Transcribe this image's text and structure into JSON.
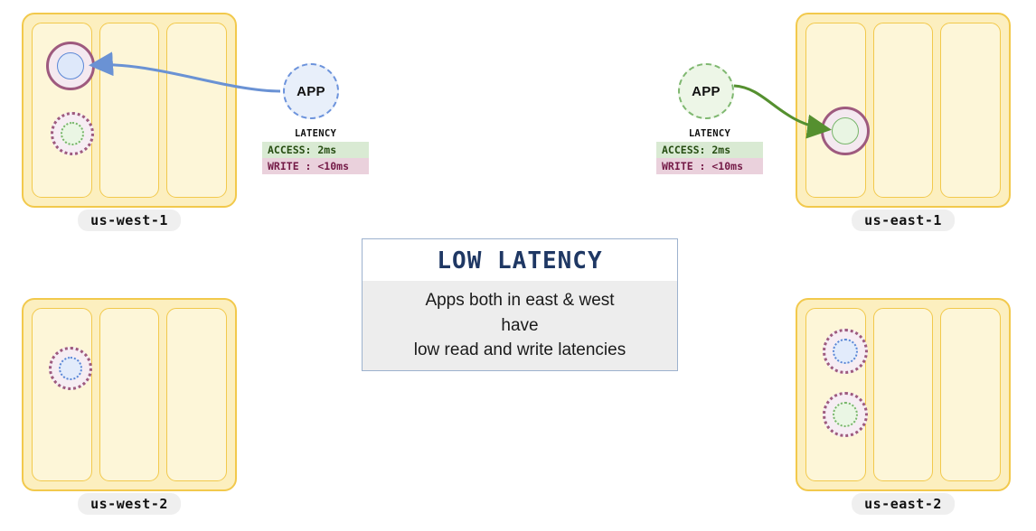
{
  "regions": [
    {
      "id": "us-west-1",
      "label": "us-west-1",
      "nodes": [
        {
          "style": "solid",
          "core": "blue",
          "name": "node-solid-blue"
        },
        {
          "style": "dotted",
          "core": "green",
          "name": "node-dotted-green"
        }
      ]
    },
    {
      "id": "us-east-1",
      "label": "us-east-1",
      "nodes": [
        {
          "style": "solid",
          "core": "green",
          "name": "node-solid-green"
        }
      ]
    },
    {
      "id": "us-west-2",
      "label": "us-west-2",
      "nodes": [
        {
          "style": "dotted",
          "core": "blue",
          "name": "node-dotted-blue"
        }
      ]
    },
    {
      "id": "us-east-2",
      "label": "us-east-2",
      "nodes": [
        {
          "style": "dotted",
          "core": "blue",
          "name": "node-dotted-blue"
        },
        {
          "style": "dotted",
          "core": "green",
          "name": "node-dotted-green"
        }
      ]
    }
  ],
  "apps": {
    "west": {
      "label": "APP"
    },
    "east": {
      "label": "APP"
    }
  },
  "latency": {
    "title": "LATENCY",
    "access_label": "ACCESS:",
    "access_value": "2ms",
    "write_label": "WRITE :",
    "write_value": "<10ms",
    "access_line": "ACCESS: 2ms",
    "write_line": "WRITE : <10ms"
  },
  "infobox": {
    "title": "LOW LATENCY",
    "line1": "Apps both in east & west",
    "line2": "have",
    "line3": "low read and write latencies"
  },
  "colors": {
    "region_border": "#F2C94C",
    "region_fill": "#FCEFBF",
    "az_fill": "#FDF6D8",
    "node_ring": "#9E5A7E",
    "blue_accent": "#5B87D6",
    "green_accent": "#77B56A",
    "arrow_blue": "#6A92D4",
    "arrow_green": "#55902F",
    "title_navy": "#1F3864",
    "access_bg": "#D9EAD3",
    "write_bg": "#EAD1DC"
  }
}
